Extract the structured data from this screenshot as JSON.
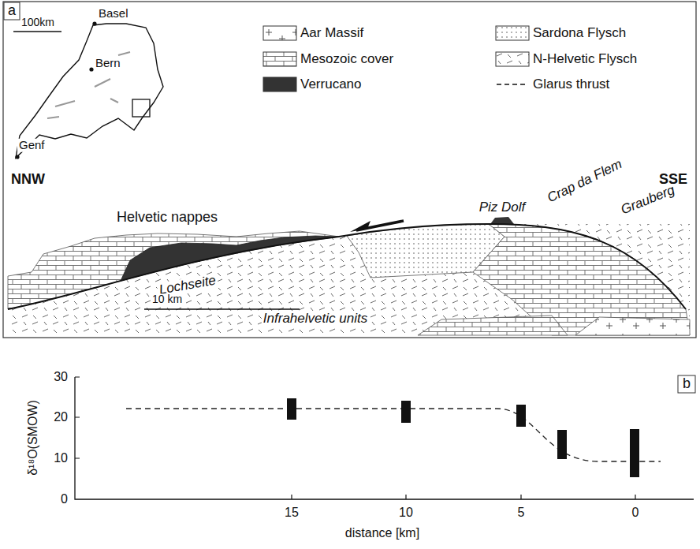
{
  "diagram": {
    "labels": [
      "a",
      "100km",
      "Basel",
      "Bern",
      "Genf",
      "NNW",
      "SSE",
      "Helvetic nappes",
      "Piz Dolf",
      "Crap da Flem",
      "Grauberg",
      "Lochseite",
      "10 km",
      "Infrahelvetic units",
      "b",
      "30",
      "20",
      "10",
      "0",
      "δ¹⁸O(SMOW)",
      "15",
      "10",
      "5",
      "0",
      "distance [km]"
    ],
    "legend": [
      {
        "text": "Aar Massif"
      },
      {
        "text": "Sardona Flysch"
      },
      {
        "text": "Mesozoic cover"
      },
      {
        "text": "N-Helvetic Flysch"
      },
      {
        "text": "Verrucano",
        "color": "#333333"
      },
      {
        "text": "Glarus thrust"
      }
    ]
  }
}
